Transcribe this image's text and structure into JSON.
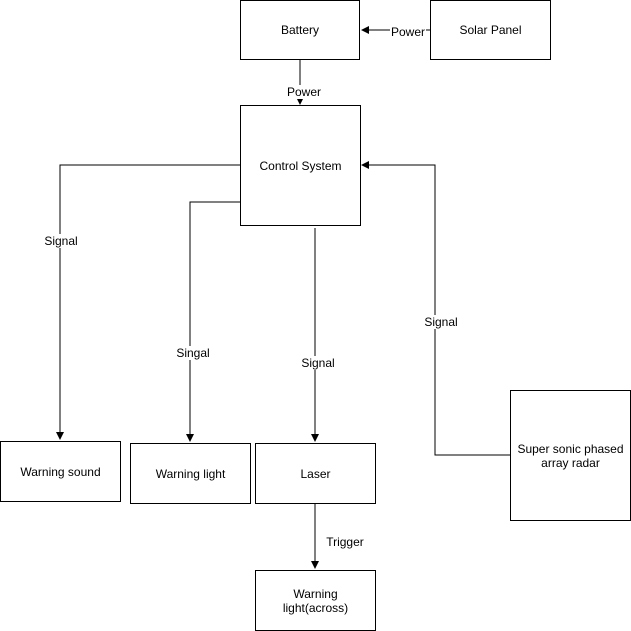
{
  "nodes": {
    "battery": "Battery",
    "solar_panel": "Solar Panel",
    "control_system": "Control System",
    "warning_sound": "Warning sound",
    "warning_light": "Warning light",
    "laser": "Laser",
    "radar": "Super sonic phased array radar",
    "warning_light_across": "Warning light(across)"
  },
  "edges": {
    "solar_to_battery": "Power",
    "battery_to_control": "Power",
    "control_to_sound": "Signal",
    "control_to_light": "Singal",
    "control_to_laser": "Signal",
    "radar_to_control": "Signal",
    "laser_to_across": "Trigger"
  },
  "colors": {
    "line": "#000000",
    "box_fill": "#ffffff",
    "background": "#ffffff"
  }
}
